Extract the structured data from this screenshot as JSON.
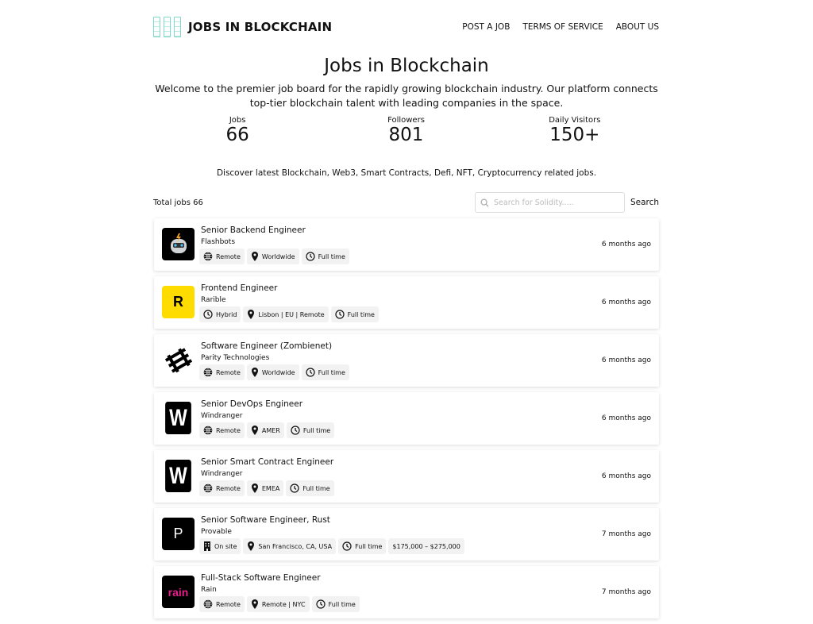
{
  "header": {
    "brand": "JOBS IN BLOCKCHAIN",
    "nav": [
      "POST A JOB",
      "TERMS OF SERVICE",
      "ABOUT US"
    ]
  },
  "hero": {
    "title": "Jobs in Blockchain",
    "intro": "Welcome to the premier job board for the rapidly growing blockchain industry. Our platform connects top-tier blockchain talent with leading companies in the space."
  },
  "stats": [
    {
      "label": "Jobs",
      "value": "66"
    },
    {
      "label": "Followers",
      "value": "801"
    },
    {
      "label": "Daily Visitors",
      "value": "150+"
    }
  ],
  "discover": "Discover latest Blockchain, Web3, Smart Contracts, Defi, NFT, Cryptocurrency related jobs.",
  "total": "Total jobs 66",
  "search": {
    "placeholder": "Search for Solidity.....",
    "button": "Search"
  },
  "jobs": [
    {
      "title": "Senior Backend Engineer",
      "company": "Flashbots",
      "logo": "robot",
      "tags": [
        [
          "globe",
          "Remote"
        ],
        [
          "pin",
          "Worldwide"
        ],
        [
          "clock",
          "Full time"
        ]
      ],
      "time": "6 months ago"
    },
    {
      "title": "Frontend Engineer",
      "company": "Rarible",
      "logo": "R",
      "logo_bg": "#fedc00",
      "logo_fg": "#000",
      "tags": [
        [
          "clock",
          "Hybrid"
        ],
        [
          "pin",
          "Lisbon | EU | Remote"
        ],
        [
          "clock",
          "Full time"
        ]
      ],
      "time": "6 months ago"
    },
    {
      "title": "Software Engineer (Zombienet)",
      "company": "Parity Technologies",
      "logo": "parity",
      "tags": [
        [
          "globe",
          "Remote"
        ],
        [
          "pin",
          "Worldwide"
        ],
        [
          "clock",
          "Full time"
        ]
      ],
      "time": "6 months ago"
    },
    {
      "title": "Senior DevOps Engineer",
      "company": "Windranger",
      "logo": "W",
      "logo_bg": "#000",
      "logo_fg": "#fff",
      "tags": [
        [
          "globe",
          "Remote"
        ],
        [
          "pin",
          "AMER"
        ],
        [
          "clock",
          "Full time"
        ]
      ],
      "time": "6 months ago"
    },
    {
      "title": "Senior Smart Contract Engineer",
      "company": "Windranger",
      "logo": "W",
      "logo_bg": "#000",
      "logo_fg": "#fff",
      "tags": [
        [
          "globe",
          "Remote"
        ],
        [
          "pin",
          "EMEA"
        ],
        [
          "clock",
          "Full time"
        ]
      ],
      "time": "6 months ago"
    },
    {
      "title": "Senior Software Engineer, Rust",
      "company": "Provable",
      "logo": "P",
      "logo_bg": "#000",
      "logo_fg": "#fff",
      "tags": [
        [
          "building",
          "On site"
        ],
        [
          "pin",
          "San Francisco, CA, USA"
        ],
        [
          "clock",
          "Full time"
        ],
        [
          "",
          "$175,000 – $275,000"
        ]
      ],
      "time": "7 months ago"
    },
    {
      "title": "Full-Stack Software Engineer",
      "company": "Rain",
      "logo": "rain",
      "logo_bg": "#000",
      "logo_fg": "#e91e8c",
      "tags": [
        [
          "globe",
          "Remote"
        ],
        [
          "pin",
          "Remote | NYC"
        ],
        [
          "clock",
          "Full time"
        ]
      ],
      "time": "7 months ago"
    }
  ]
}
